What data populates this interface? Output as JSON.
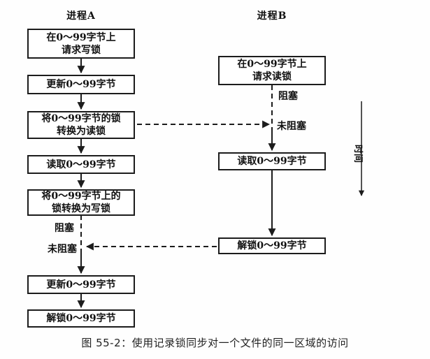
{
  "processA": {
    "title": "进程A",
    "steps": [
      {
        "lines": [
          "在0～99字节上",
          "请求写锁"
        ]
      },
      {
        "lines": [
          "更新0～99字节"
        ]
      },
      {
        "lines": [
          "将0～99字节的锁",
          "转换为读锁"
        ]
      },
      {
        "lines": [
          "读取0～99字节"
        ]
      },
      {
        "lines": [
          "将0～99字节上的",
          "锁转换为写锁"
        ]
      },
      {
        "lines": [
          "更新0～99字节"
        ]
      },
      {
        "lines": [
          "解锁0～99字节"
        ]
      }
    ],
    "blocked_label": "阻塞",
    "unblocked_label": "未阻塞"
  },
  "processB": {
    "title": "进程B",
    "steps": [
      {
        "lines": [
          "在0～99字节上",
          "请求读锁"
        ]
      },
      {
        "lines": [
          "读取0～99字节"
        ]
      },
      {
        "lines": [
          "解锁0～99字节"
        ]
      }
    ],
    "blocked_label": "阻塞",
    "unblocked_label": "未阻塞"
  },
  "time_axis_label": "时间",
  "caption": "图 55-2：使用记录锁同步对一个文件的同一区域的访问",
  "colors": {
    "line": "#1c1c1c",
    "text": "#111111",
    "background": "#ffffff"
  }
}
